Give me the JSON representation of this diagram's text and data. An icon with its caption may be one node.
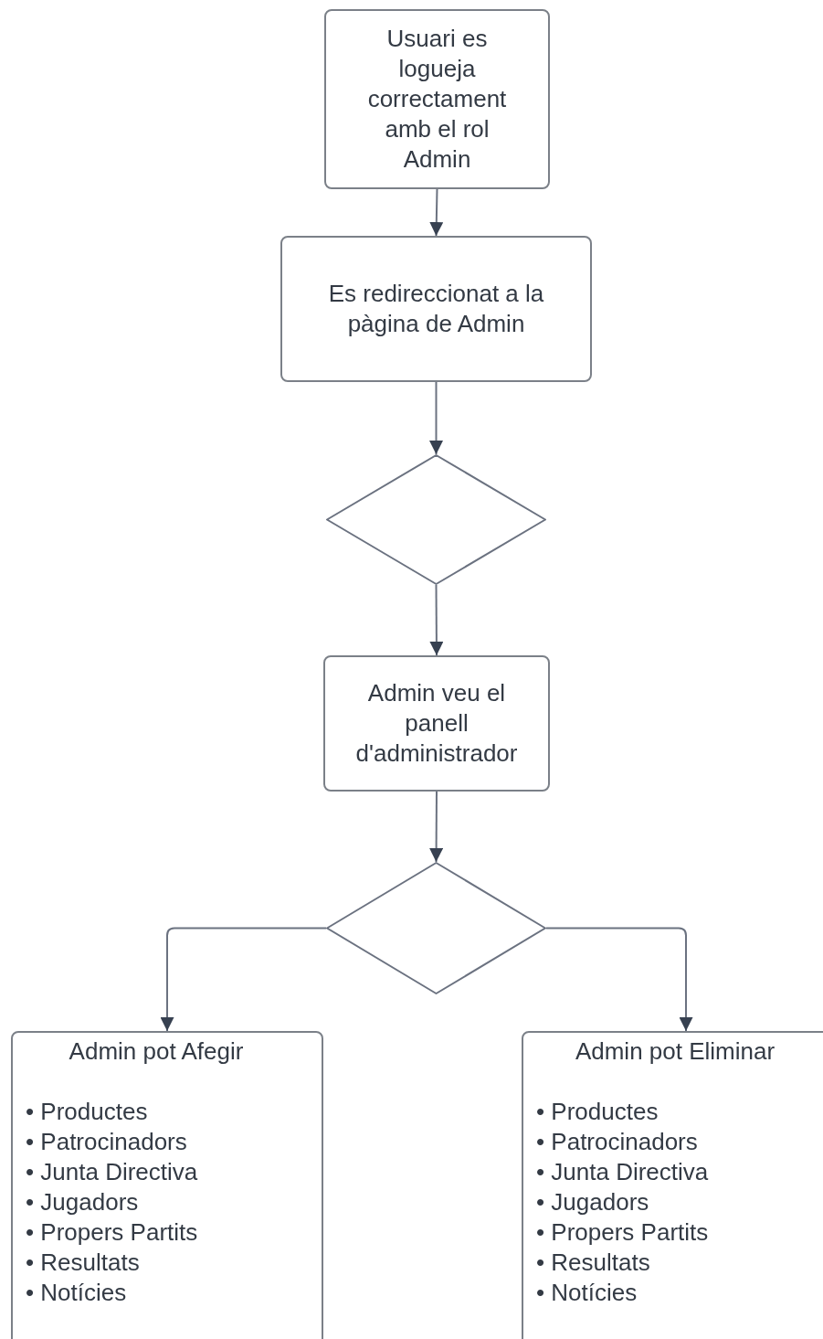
{
  "diagram": {
    "nodes": [
      {
        "text": [
          "Usuari es logueja correctament amb el rol Admin"
        ]
      },
      {
        "text": [
          "Es redireccionat a la pàgina de Admin"
        ]
      },
      {
        "text": [],
        "shape": "diamond"
      },
      {
        "text": [
          "Admin veu el panell d'administrador"
        ]
      },
      {
        "text": [],
        "shape": "diamond"
      },
      {
        "text": [
          "Admin pot Afegir",
          "• Productes",
          "• Patrocinadors",
          "• Junta Directiva",
          "• Jugadors",
          "• Propers Partits",
          "• Resultats",
          "• Notícies"
        ]
      },
      {
        "text": [
          "Admin pot Eliminar",
          "• Productes",
          "• Patrocinadors",
          "• Junta Directiva",
          "• Jugadors",
          "• Propers Partits",
          "• Resultats",
          "• Notícies"
        ]
      }
    ],
    "edges": [
      {
        "from": 0,
        "to": 1,
        "arrow": "to"
      },
      {
        "from": 1,
        "to": 2,
        "arrow": "to"
      },
      {
        "from": 2,
        "to": 3,
        "arrow": "to"
      },
      {
        "from": 3,
        "to": 4,
        "arrow": "to"
      },
      {
        "from": 4,
        "to": 5,
        "arrow": "to"
      },
      {
        "from": 4,
        "to": 6,
        "arrow": "to"
      }
    ]
  }
}
